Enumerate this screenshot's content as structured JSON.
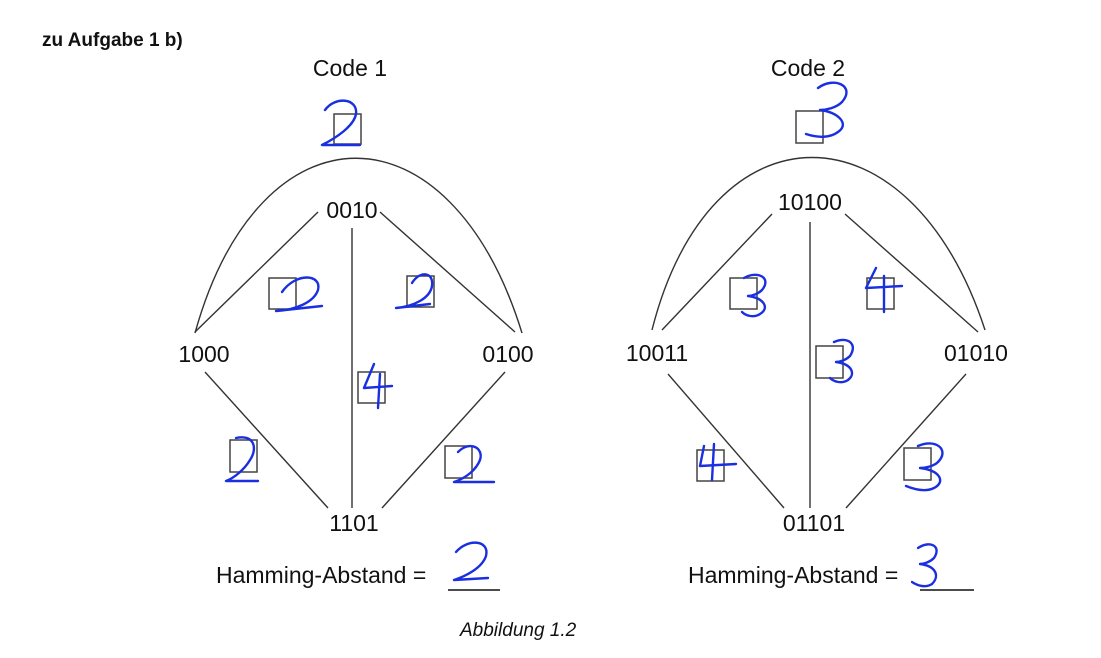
{
  "heading": "zu Aufgabe 1 b)",
  "caption": "Abbildung 1.2",
  "code1": {
    "title": "Code 1",
    "codewords": [
      "0010",
      "1000",
      "0100",
      "1101"
    ],
    "distances": [
      "2",
      "2",
      "2",
      "4",
      "2",
      "2"
    ],
    "hamming_label": "Hamming-Abstand =",
    "hamming_value": "2"
  },
  "code2": {
    "title": "Code 2",
    "codewords": [
      "10100",
      "10011",
      "01010",
      "01101"
    ],
    "distances": [
      "3",
      "3",
      "4",
      "3",
      "4",
      "3"
    ],
    "hamming_label": "Hamming-Abstand =",
    "hamming_value": "3"
  },
  "colors": {
    "ink": "#111111",
    "handwriting": "#1a2fe0"
  }
}
